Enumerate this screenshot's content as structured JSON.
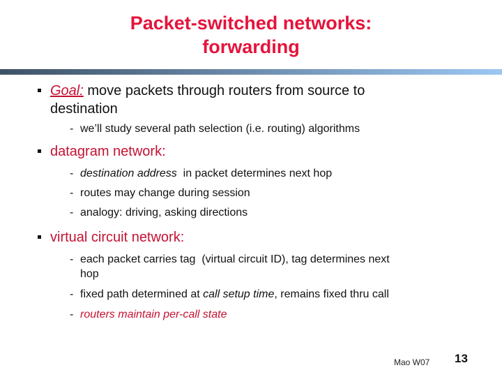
{
  "slide": {
    "title": "Packet-switched networks:\nforwarding",
    "sub_marker": "-",
    "footer": {
      "course": "Mao W07",
      "page": "13"
    },
    "colors": {
      "title_red": "#e5133c",
      "heading_red": "#c41233",
      "divider_left": "#3e5266",
      "divider_right": "#9cc7f3",
      "body_text": "#111111"
    }
  },
  "content": {
    "bullets": [
      {
        "heading": [
          "Goal:",
          " move packets through routers from source to\ndestination"
        ],
        "subs": [
          [
            "we’ll study several path selection (i.e. routing) algorithms"
          ]
        ]
      },
      {
        "heading": [
          "datagram network:"
        ],
        "subs": [
          [
            "destination address",
            "  in packet determines next hop"
          ],
          [
            "routes may change during session"
          ],
          [
            "analogy: driving, asking directions"
          ]
        ]
      },
      {
        "heading": [
          "virtual circuit network:"
        ],
        "subs": [
          [
            "each packet carries tag  (virtual circuit ID), tag determines next\nhop"
          ],
          [
            "fixed path determined at ",
            "call setup time",
            ", remains fixed thru call"
          ],
          [
            "routers maintain per-call state"
          ]
        ]
      }
    ]
  }
}
